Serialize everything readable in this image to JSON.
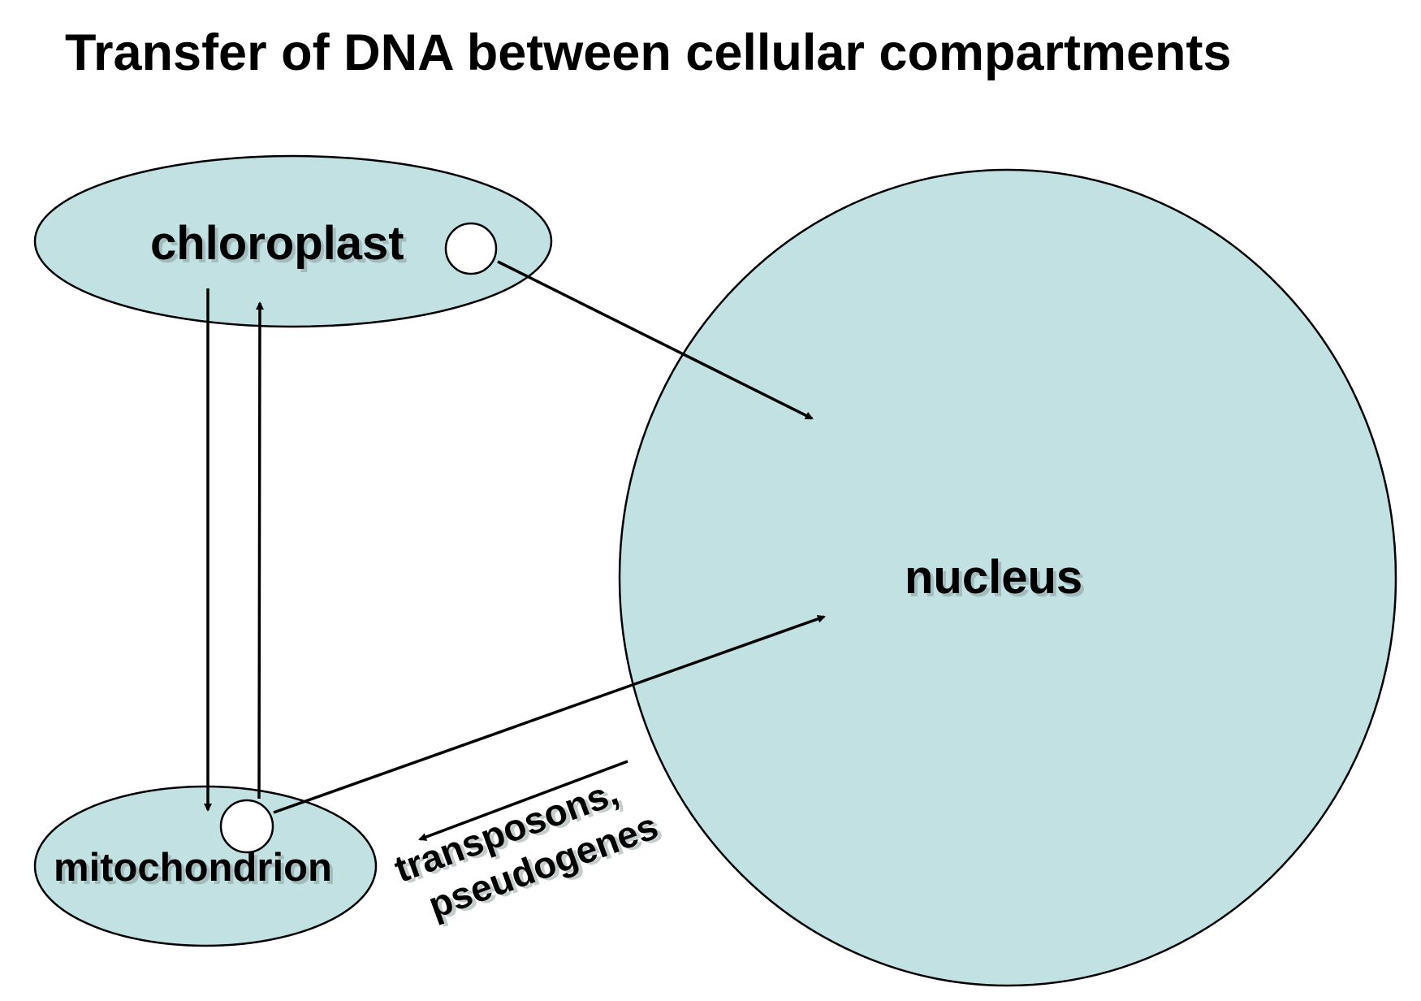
{
  "title": "Transfer of DNA between cellular compartments",
  "compartments": {
    "chloroplast": "chloroplast",
    "mitochondrion": "mitochondrion",
    "nucleus": "nucleus"
  },
  "annotation": {
    "line1": "transposons,",
    "line2": "pseudogenes"
  },
  "colors": {
    "compartment_fill": "#c2e1e3",
    "stroke": "#000000"
  }
}
